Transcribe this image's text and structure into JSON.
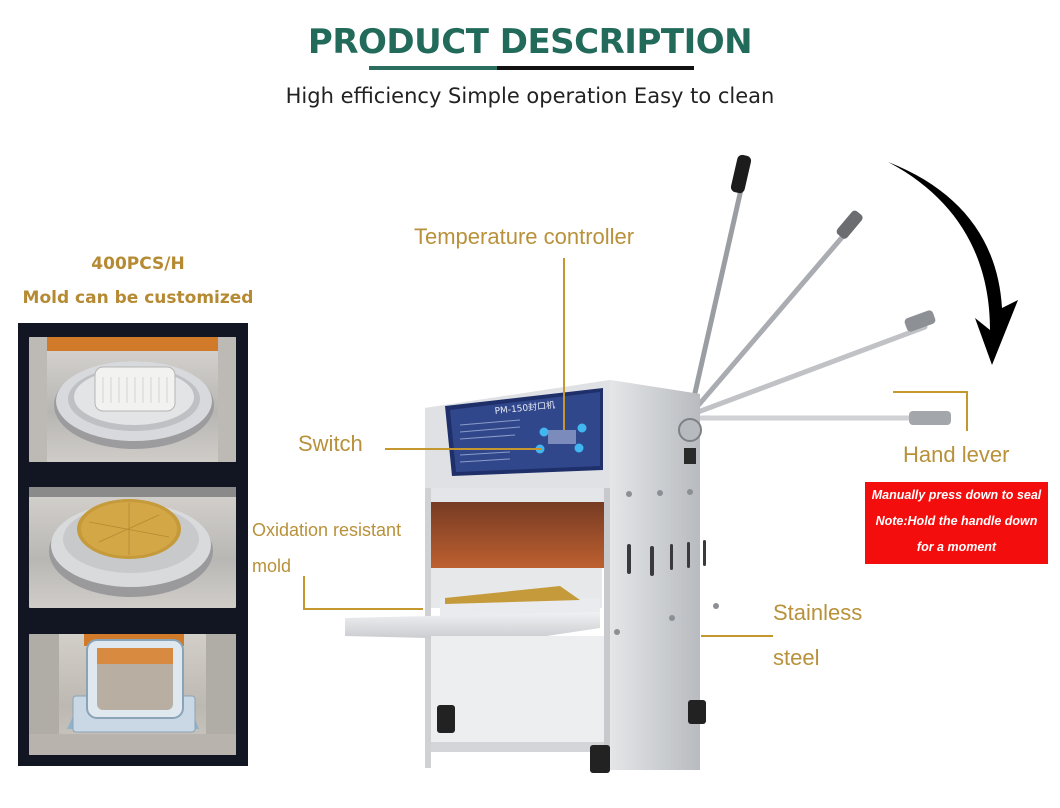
{
  "header": {
    "title": "PRODUCT DESCRIPTION",
    "subtitle": "High efficiency Simple operation Easy to clean",
    "colors": {
      "title": "#226a5a",
      "underline_left": "#2b6e60",
      "underline_right": "#111111"
    }
  },
  "left_panel": {
    "capacity": "400PCS/H",
    "mold_note": "Mold can be customized",
    "photos": [
      {
        "name": "round-tray-mold-photo"
      },
      {
        "name": "round-lid-mold-photo"
      },
      {
        "name": "rectangular-mold-photo"
      }
    ]
  },
  "callouts": {
    "temperature_controller": "Temperature controller",
    "switch": "Switch",
    "mold_line1": "Oxidation resistant",
    "mold_line2": "mold",
    "hand_lever": "Hand lever",
    "stainless_line1": "Stainless",
    "stainless_line2": "steel",
    "label_color": "#b8913a"
  },
  "machine": {
    "panel_model": "PM-150封口机"
  },
  "notice": {
    "line1": "Manually press down to seal",
    "line2": "Note:Hold the handle down",
    "line3": "for a moment",
    "background": "#f40d0d"
  }
}
